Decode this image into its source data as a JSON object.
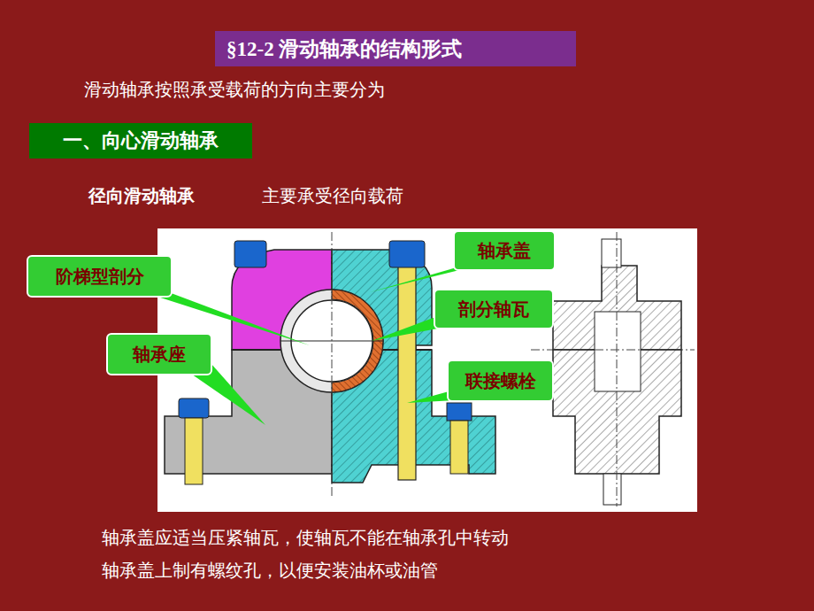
{
  "diagram": {
    "title": "§12-2  滑动轴承的结构形式",
    "nodes": [
      {
        "text": [
          "一、向心滑动轴承"
        ]
      },
      {
        "text": [
          "阶梯型剖分"
        ]
      },
      {
        "text": [
          "轴承座"
        ]
      },
      {
        "text": [
          "轴承盖"
        ]
      },
      {
        "text": [
          "剖分轴瓦"
        ]
      },
      {
        "text": [
          "联接螺栓"
        ]
      }
    ],
    "labels": [
      "滑动轴承按照承受载荷的方向主要分为",
      "径向滑动轴承",
      "主要承受径向载荷",
      "轴承盖应适当压紧轴瓦，使轴瓦不能在轴承孔中转动",
      "轴承盖上制有螺纹孔，以便安装油杯或油管"
    ]
  }
}
